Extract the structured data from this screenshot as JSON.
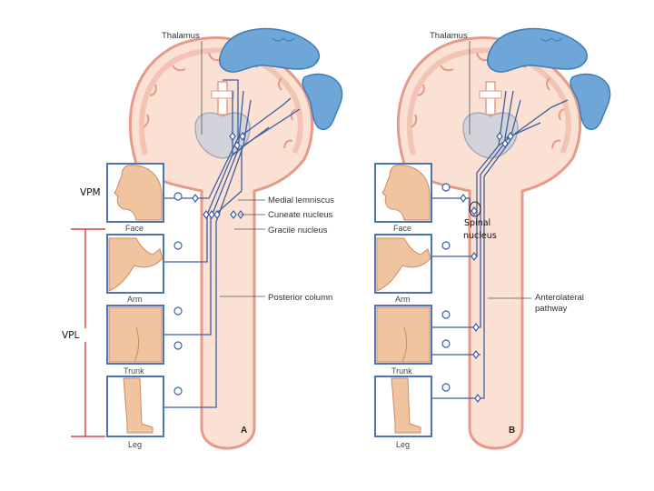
{
  "colors": {
    "brain_fill": "#f6d3c4",
    "brain_stroke": "#e59a8a",
    "cord_fill": "#fbe1d3",
    "cerebellum": "#6ea6d8",
    "thalamus": "#d3d3dc",
    "pathway": "#3d5f9e",
    "box_stroke": "#4a74b4",
    "skin": "#f1c4a0",
    "vpl_bracket": "#d11f1f"
  },
  "icons": [
    "neuron-cell-body-icon",
    "synapse-diamond-icon",
    "face-icon",
    "arm-icon",
    "trunk-icon",
    "leg-icon"
  ],
  "panel_a": {
    "title": "Thalamus",
    "letter": "A",
    "labels": {
      "medial_lemniscus": "Medial lemniscus",
      "cuneate_nucleus": "Cuneate nucleus",
      "gracile_nucleus": "Gracile nucleus",
      "posterior_column": "Posterior column"
    },
    "body_parts": [
      "Face",
      "Arm",
      "Trunk",
      "Leg"
    ]
  },
  "panel_b": {
    "title": "Thalamus",
    "letter": "B",
    "labels": {
      "anterolateral_1": "Anterolateral",
      "anterolateral_2": "pathway"
    },
    "body_parts": [
      "Face",
      "Arm",
      "Trunk",
      "Leg"
    ]
  },
  "annotations": {
    "vpm": "VPM",
    "vpl": "VPL",
    "spinal_1": "Spinal",
    "spinal_2": "nucleus"
  }
}
